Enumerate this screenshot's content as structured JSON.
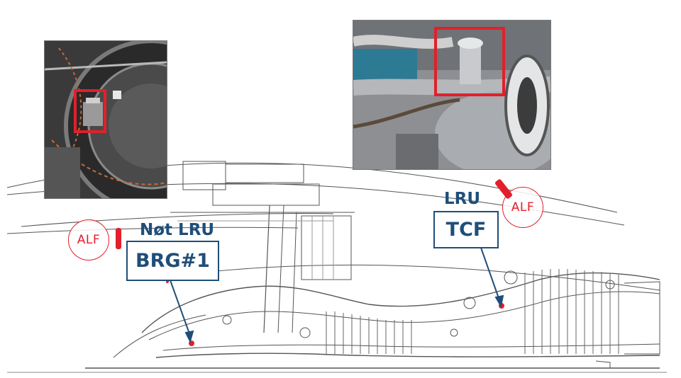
{
  "labels": {
    "left_status": "Nøt LRU",
    "left_part": "BRG#1",
    "right_status": "LRU",
    "right_part": "TCF",
    "alf_left": "ALF",
    "alf_right": "ALF"
  },
  "colors": {
    "callout_blue": "#1f4e79",
    "alf_red": "#e2202c",
    "highlight_red": "#e0202a",
    "line_gray": "#555555"
  },
  "photos": [
    {
      "subject": "engine-internal-bearing-area",
      "highlight": "red-box"
    },
    {
      "subject": "engine-external-tcf-sensor",
      "highlight": "red-box"
    }
  ]
}
